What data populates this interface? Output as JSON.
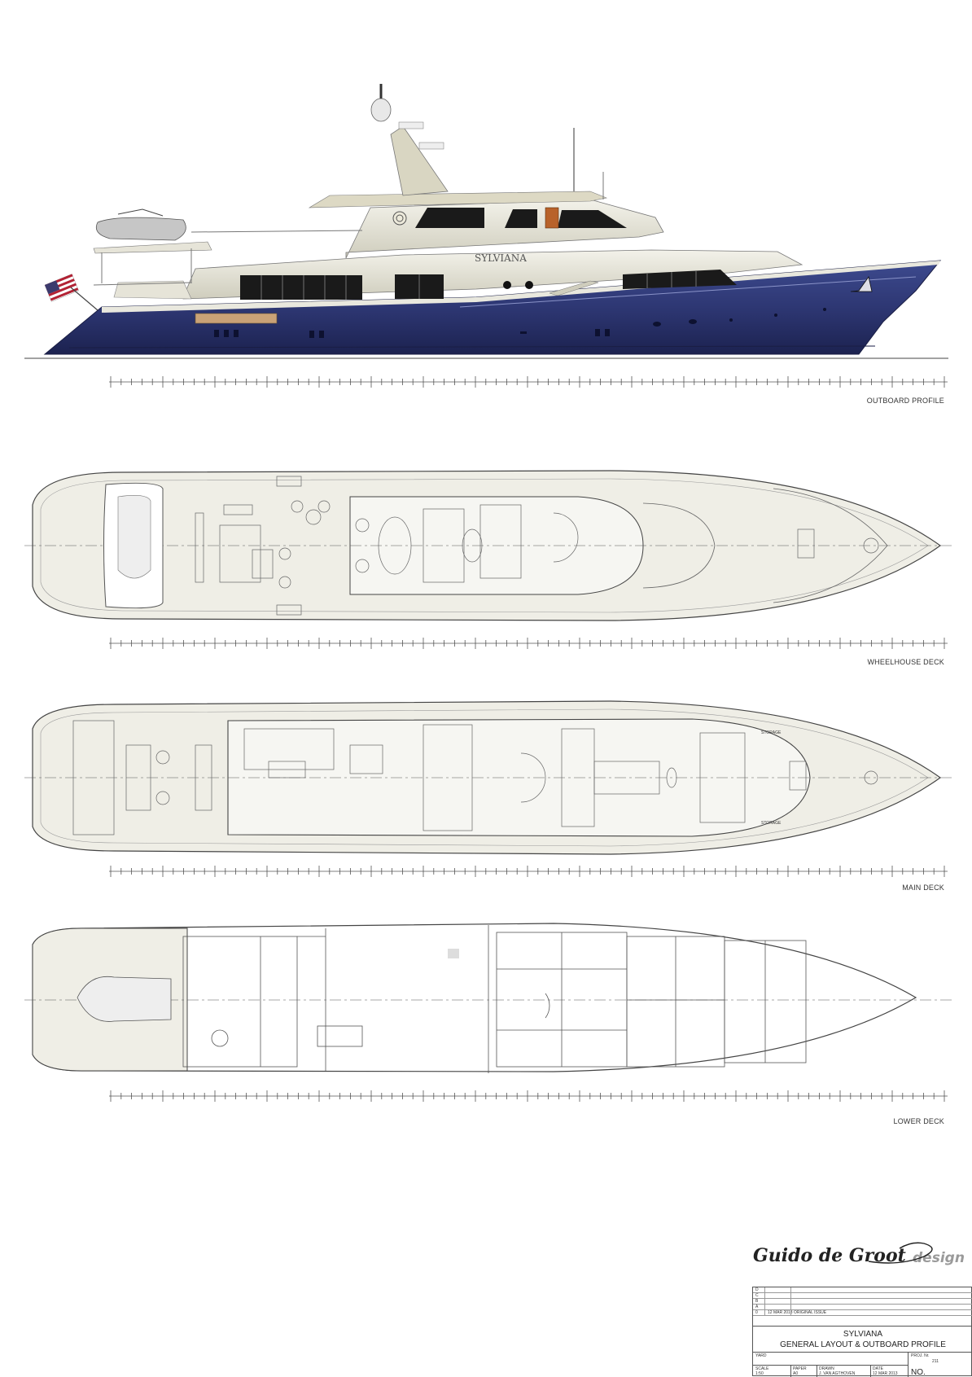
{
  "drawing": {
    "yacht_name_on_hull": "SYLVIANA",
    "sections": {
      "outboard_profile": "OUTBOARD PROFILE",
      "wheelhouse_deck": "WHEELHOUSE DECK",
      "main_deck": "MAIN DECK",
      "lower_deck": "LOWER DECK"
    },
    "room_labels": {
      "storage_port": "STORAGE",
      "storage_starboard": "STORAGE"
    }
  },
  "logo": {
    "main": "Guido de Groot",
    "sub": "design"
  },
  "title_block": {
    "revisions": [
      {
        "letter": "D",
        "date": "",
        "description": ""
      },
      {
        "letter": "C",
        "date": "",
        "description": ""
      },
      {
        "letter": "B",
        "date": "",
        "description": ""
      },
      {
        "letter": "A",
        "date": "",
        "description": ""
      },
      {
        "letter": "0",
        "date": "12 MAR 2013",
        "description": "ORIGINAL ISSUE"
      }
    ],
    "project_name": "SYLVIANA",
    "drawing_title": "GENERAL LAYOUT & OUTBOARD PROFILE",
    "yard_label": "YARD",
    "proj_no_label": "PROJ. Nr.",
    "proj_no_value": "211",
    "scale_label": "SCALE",
    "scale_value": "1:50",
    "paper_label": "PAPER",
    "paper_value": "A0",
    "drawn_label": "DRAWN",
    "drawn_value": "J. VAN AGTHOVEN",
    "date_label": "DATE",
    "date_value": "12 MAR 2013",
    "no_label": "NO."
  },
  "colors": {
    "hull": "#2c3570",
    "superstructure": "#e4e3d6",
    "deck": "#eeeee4",
    "line": "#555555",
    "flag_red": "#b22234",
    "flag_blue": "#3c3b6e"
  }
}
